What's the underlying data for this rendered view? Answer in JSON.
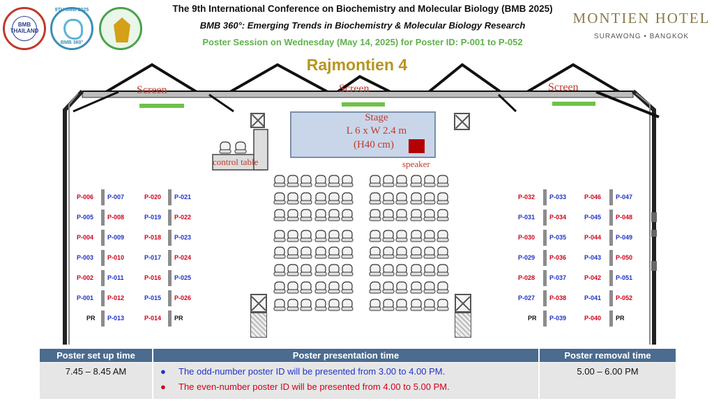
{
  "header": {
    "title": "The 9th International Conference on Biochemistry and Molecular Biology (BMB 2025)",
    "subtitle": "BMB 360°: Emerging Trends in Biochemistry & Molecular Biology Research",
    "session": "Poster Session on Wednesday (May 14, 2025) for Poster ID: P-001 to P-052",
    "room": "Rajmontien 4"
  },
  "logos": {
    "bmb": "BMB THAILAND",
    "ninth_top": "9TH BMB 2025",
    "ninth_bottom": "BMB 360°"
  },
  "hotel": {
    "name": "MONTIEN HOTEL",
    "location": "SURAWONG • BANGKOK"
  },
  "plan": {
    "screen_label": "Screen",
    "stage_title": "Stage",
    "stage_dims": "L 6 x W 2.4 m",
    "stage_height": "(H40 cm)",
    "speaker_label": "speaker",
    "control_label": "control table"
  },
  "posters": {
    "group1_col_a": [
      "P-006",
      "P-005",
      "P-004",
      "P-003",
      "P-002",
      "P-001",
      "PR"
    ],
    "group1_col_b": [
      "P-007",
      "P-008",
      "P-009",
      "P-010",
      "P-011",
      "P-012",
      "P-013"
    ],
    "group2_col_a": [
      "P-020",
      "P-019",
      "P-018",
      "P-017",
      "P-016",
      "P-015",
      "P-014"
    ],
    "group2_col_b": [
      "P-021",
      "P-022",
      "P-023",
      "P-024",
      "P-025",
      "P-026",
      "PR"
    ],
    "group3_col_a": [
      "P-032",
      "P-031",
      "P-030",
      "P-029",
      "P-028",
      "P-027",
      "PR"
    ],
    "group3_col_b": [
      "P-033",
      "P-034",
      "P-035",
      "P-036",
      "P-037",
      "P-038",
      "P-039"
    ],
    "group4_col_a": [
      "P-046",
      "P-045",
      "P-044",
      "P-043",
      "P-042",
      "P-041",
      "P-040"
    ],
    "group4_col_b": [
      "P-047",
      "P-048",
      "P-049",
      "P-050",
      "P-051",
      "P-052",
      "PR"
    ]
  },
  "schedule": {
    "setup_header": "Poster set up time",
    "setup_time": "7.45 – 8.45 AM",
    "presentation_header": "Poster presentation time",
    "odd_text": "The odd-number poster ID will be presented from 3.00 to 4.00 PM.",
    "even_text": "The even-number poster ID will be presented from 4.00 to 5.00 PM.",
    "removal_header": "Poster removal time",
    "removal_time": "5.00 – 6.00 PM"
  },
  "colors": {
    "odd": "#1f33c8",
    "even": "#d0021b",
    "header_bar": "#4b6b8f",
    "accent_green": "#5fb24a",
    "room_gold": "#b8941f"
  }
}
